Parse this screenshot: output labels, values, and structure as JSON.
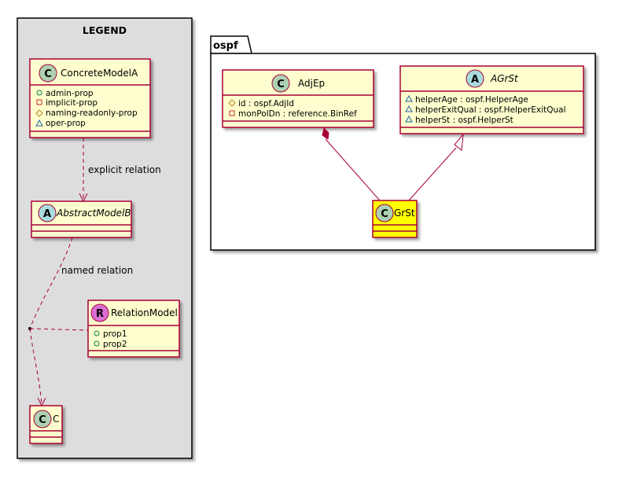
{
  "legend": {
    "title": "LEGEND",
    "concrete": {
      "name": "ConcreteModelA",
      "stereotype": "C",
      "members": [
        {
          "vis": "public",
          "text": "admin-prop"
        },
        {
          "vis": "private",
          "text": "implicit-prop"
        },
        {
          "vis": "protected",
          "text": "naming-readonly-prop"
        },
        {
          "vis": "package",
          "text": "oper-prop"
        }
      ]
    },
    "abstract": {
      "name": "AbstractModelB",
      "stereotype": "A"
    },
    "relation_model": {
      "name": "RelationModel",
      "stereotype": "R",
      "members": [
        {
          "vis": "public",
          "text": "prop1"
        },
        {
          "vis": "public",
          "text": "prop2"
        }
      ]
    },
    "c_class": {
      "name": "C",
      "stereotype": "C"
    },
    "explicit_label": "explicit relation",
    "named_label": "named relation"
  },
  "package": {
    "name": "ospf",
    "adjep": {
      "name": "AdjEp",
      "stereotype": "C",
      "members": [
        {
          "vis": "protected",
          "text": "id : ospf.AdjId"
        },
        {
          "vis": "private",
          "text": "monPolDn : reference.BinRef"
        }
      ]
    },
    "agrst": {
      "name": "AGrSt",
      "stereotype": "A",
      "members": [
        {
          "vis": "package",
          "text": "helperAge : ospf.HelperAge"
        },
        {
          "vis": "package",
          "text": "helperExitQual : ospf.HelperExitQual"
        },
        {
          "vis": "package",
          "text": "helperSt : ospf.HelperSt"
        }
      ]
    },
    "grst": {
      "name": "GrSt",
      "stereotype": "C"
    }
  },
  "colors": {
    "class_fill": "#FEFECE",
    "class_border": "#A80036",
    "highlight_fill": "#FFFF00",
    "legend_bg": "#DDDDDD",
    "circle_c": "#ADD1B2",
    "circle_a": "#A9DCDF",
    "circle_r": "#DA70D6"
  }
}
